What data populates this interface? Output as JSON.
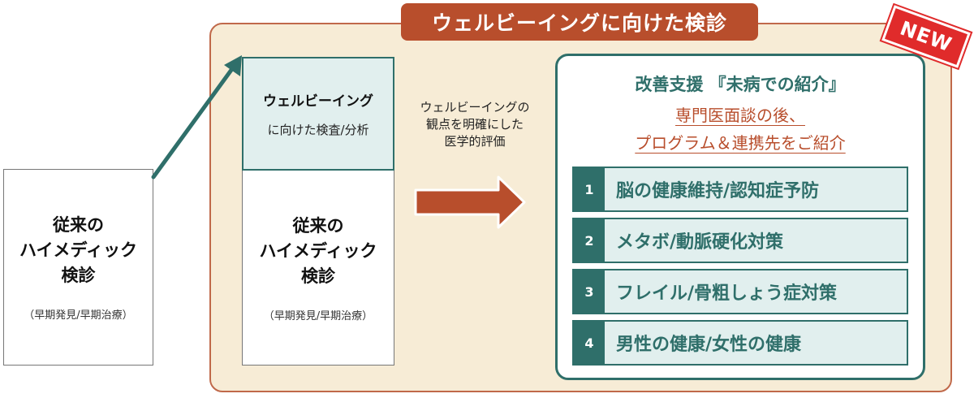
{
  "title": "ウェルビーイングに向けた検診",
  "badge": "NEW",
  "conventional": {
    "line1": "従来の",
    "line2": "ハイメディック",
    "line3": "検診",
    "note": "（早期発見/早期治療）"
  },
  "wellbeing_box": {
    "line1": "ウェルビーイング",
    "line2": "に向けた検査/分析"
  },
  "description": [
    "ウェルビーイングの",
    "観点を明確にした",
    "医学的評価"
  ],
  "support": {
    "title": "改善支援 『未病での紹介』",
    "sub1": "専門医面談の後、",
    "sub2": "プログラム＆連携先をご紹介",
    "items": [
      {
        "num": "1",
        "label": "脳の健康維持/認知症予防"
      },
      {
        "num": "2",
        "label": "メタボ/動脈硬化対策"
      },
      {
        "num": "3",
        "label": "フレイル/骨粗しょう症対策"
      },
      {
        "num": "4",
        "label": "男性の健康/女性の健康"
      }
    ]
  },
  "colors": {
    "accent": "#b84e2c",
    "teal": "#2f6f6a",
    "panel": "#f7ecd6",
    "badge": "#e02b2b"
  }
}
